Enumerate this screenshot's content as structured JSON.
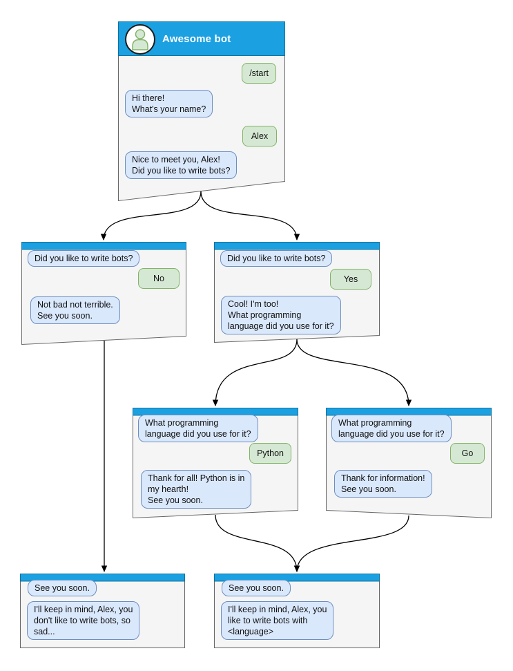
{
  "colors": {
    "header_blue": "#1ba1e2",
    "header_stroke": "#10739e",
    "window_fill": "#f5f5f5",
    "window_stroke": "#666666",
    "bot_bubble_fill": "#dae8fc",
    "bot_bubble_stroke": "#6c8ebf",
    "user_bubble_fill": "#d5e8d4",
    "user_bubble_stroke": "#82b366",
    "arrow": "#000000"
  },
  "windows": {
    "root": {
      "title": "Awesome bot",
      "avatar_icon": "person-icon",
      "start": "/start",
      "ask_name": "Hi there!\nWhat's your name?",
      "name_answer": "Alex",
      "ask_bots": "Nice to meet you, Alex!\nDid you like to write bots?"
    },
    "no_branch": {
      "question": "Did you like to write bots?",
      "answer": "No",
      "reply": "Not bad not terrible.\nSee you soon."
    },
    "yes_branch": {
      "question": "Did you like to write bots?",
      "answer": "Yes",
      "reply": "Cool! I'm too!\nWhat programming\nlanguage did you use for it?"
    },
    "python_branch": {
      "question": "What programming\nlanguage did you use for it?",
      "answer": "Python",
      "reply": "Thank for all! Python is in\nmy hearth!\nSee you soon."
    },
    "go_branch": {
      "question": "What programming\nlanguage did you use for it?",
      "answer": "Go",
      "reply": "Thank for information!\nSee you soon."
    },
    "end_no": {
      "header_message": "See you soon.",
      "reply": "I'll keep in mind, Alex, you\ndon't like to write bots, so\nsad..."
    },
    "end_yes": {
      "header_message": "See you soon.",
      "reply": "I'll keep in mind, Alex, you\nlike to write bots with\n<language>"
    }
  }
}
